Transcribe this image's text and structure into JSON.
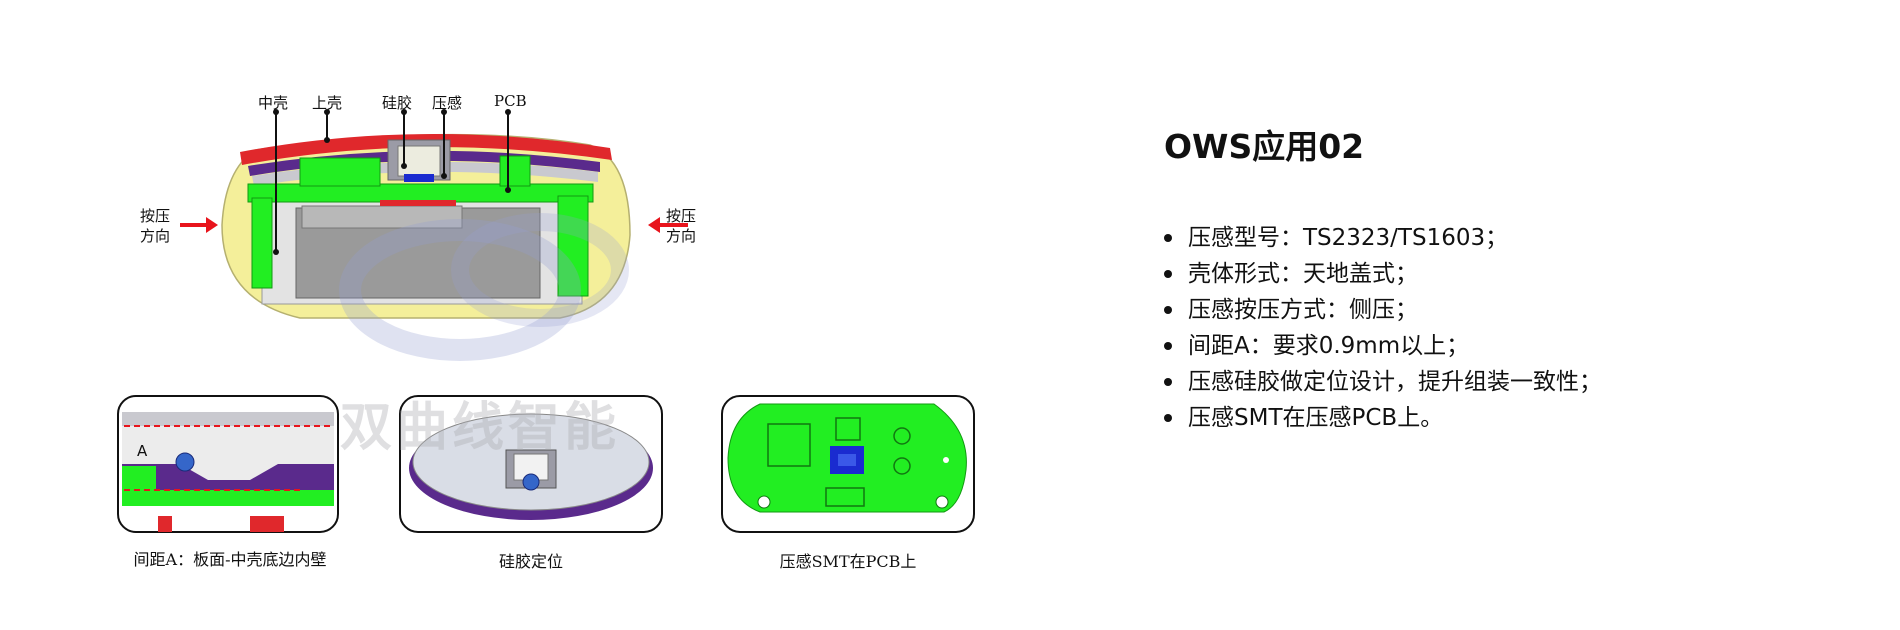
{
  "diagram": {
    "callouts": {
      "mid_shell": "中壳",
      "top_shell": "上壳",
      "silicone": "硅胶",
      "pressure_sensor": "压感",
      "pcb": "PCB"
    },
    "press_direction_left": [
      "按压",
      "方向"
    ],
    "press_direction_right": [
      "按压",
      "方向"
    ],
    "gap_marker": "A",
    "watermark": "双曲线智能",
    "captions": {
      "gap_detail": "间距A：板面-中壳底边内壁",
      "silicone_positioning": "硅胶定位",
      "smt_on_pcb": "压感SMT在PCB上"
    }
  },
  "panel": {
    "title": "OWS应用02",
    "bullets": [
      "压感型号：TS2323/TS1603；",
      "壳体形式：天地盖式；",
      "压感按压方式：侧压；",
      "间距A：要求0.9mm以上；",
      "压感硅胶做定位设计，提升组装一致性；",
      "压感SMT在压感PCB上。"
    ]
  },
  "colors": {
    "shell_yellow": "#f4ef9a",
    "pcb_green": "#22ee22",
    "top_red": "#e0282c",
    "mid_purple": "#5a2a8c",
    "sensor_blue": "#1a2bd0",
    "press_arrow": "#e8141c"
  }
}
